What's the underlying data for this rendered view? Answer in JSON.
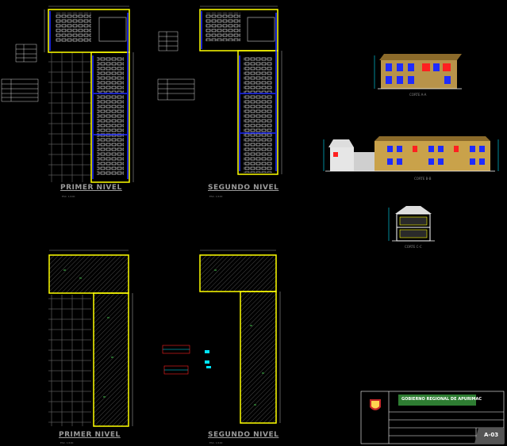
{
  "plans": {
    "p1_title": "PRIMER NIVEL",
    "p2_title": "SEGUNDO NIVEL",
    "p3_title": "PRIMER NIVEL",
    "p4_title": "SEGUNDO NIVEL",
    "scale": "ESC. 1/100"
  },
  "elevations": {
    "e1": "CORTE A-A",
    "e2": "CORTE B-B",
    "e3": "CORTE C-C"
  },
  "title_block": {
    "org": "GOBIERNO REGIONAL DE APURIMAC",
    "sheet": "A-03"
  },
  "colors": {
    "wall": "#ffff00",
    "accent_blue": "#1f2bff",
    "cyan": "#00e5ff",
    "red": "#ff2020",
    "green": "#2e7d32",
    "white": "#ffffff",
    "gray": "#777777"
  }
}
